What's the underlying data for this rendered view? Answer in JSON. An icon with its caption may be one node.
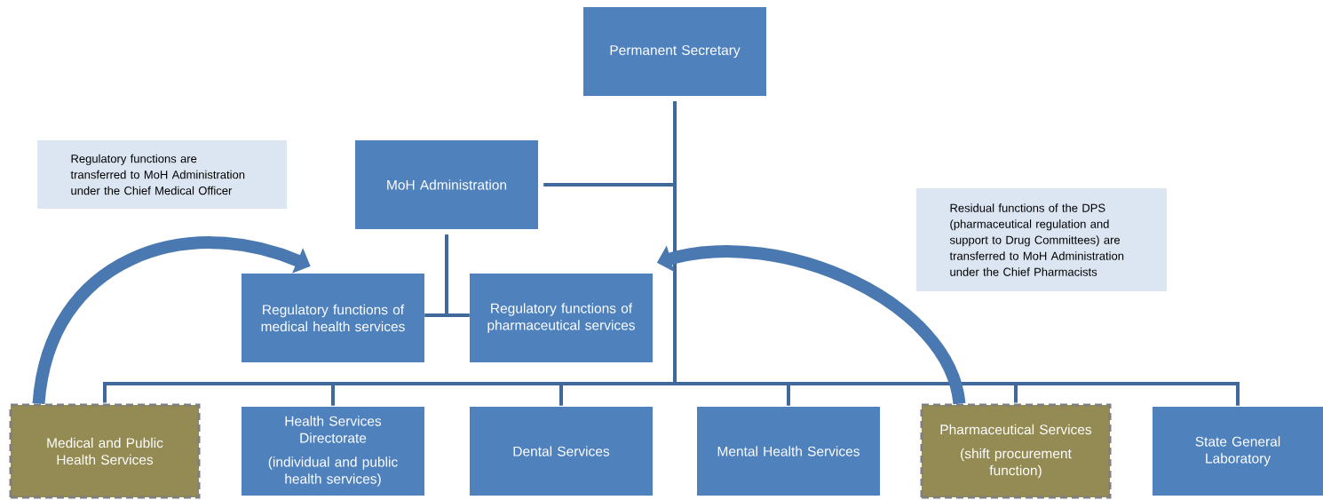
{
  "diagram": {
    "nodes": [
      {
        "text": [
          "Permanent Secretary"
        ]
      },
      {
        "text": [
          "MoH Administration"
        ]
      },
      {
        "text": [
          "Regulatory functions of medical health services"
        ]
      },
      {
        "text": [
          "Regulatory functions of pharmaceutical services"
        ]
      },
      {
        "text": [
          "Medical and Public Health Services"
        ]
      },
      {
        "text": [
          "Health Services Directorate",
          "(individual and public health services)"
        ]
      },
      {
        "text": [
          "Dental Services"
        ]
      },
      {
        "text": [
          "Mental Health Services"
        ]
      },
      {
        "text": [
          "Pharmaceutical Services",
          "(shift procurement function)"
        ]
      },
      {
        "text": [
          "State General Laboratory"
        ]
      },
      {
        "text": [
          "Regulatory functions  are transferred to MoH Administration under the Chief  Medical Officer"
        ]
      },
      {
        "text": [
          "Residual functions of the DPS (pharmaceutical regulation and support to Drug Committees) are transferred to MoH Administration under the Chief Pharmacists"
        ]
      }
    ],
    "edges": [
      {
        "from": 0,
        "to": 1,
        "arrow": "none"
      },
      {
        "from": 1,
        "to": 2,
        "arrow": "none"
      },
      {
        "from": 1,
        "to": 3,
        "arrow": "none"
      },
      {
        "from": 0,
        "to": 4,
        "arrow": "none"
      },
      {
        "from": 0,
        "to": 5,
        "arrow": "none"
      },
      {
        "from": 0,
        "to": 6,
        "arrow": "none"
      },
      {
        "from": 0,
        "to": 7,
        "arrow": "none"
      },
      {
        "from": 0,
        "to": 8,
        "arrow": "none"
      },
      {
        "from": 0,
        "to": 9,
        "arrow": "none"
      },
      {
        "from": 4,
        "to": 2,
        "arrow": "to",
        "style": "thick"
      },
      {
        "from": 8,
        "to": 3,
        "arrow": "to",
        "style": "thick"
      }
    ]
  }
}
